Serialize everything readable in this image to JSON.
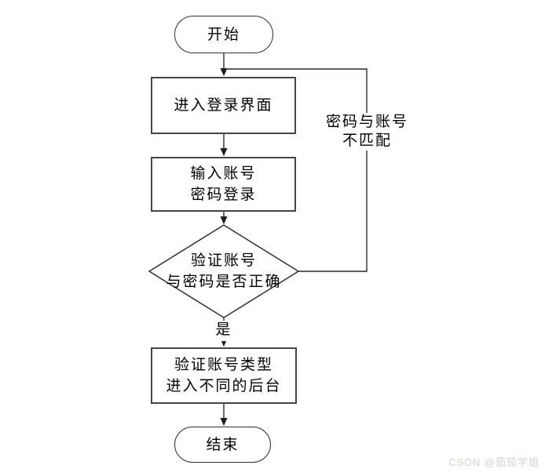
{
  "flowchart": {
    "nodes": {
      "start": {
        "label": "开始"
      },
      "enter_login": {
        "label": "进入登录界面"
      },
      "input_credentials": {
        "line1": "输入账号",
        "line2": "密码登录"
      },
      "verify_credentials": {
        "line1": "验证账号",
        "line2": "与密码是否正确"
      },
      "route_backend": {
        "line1": "验证账号类型",
        "line2": "进入不同的后台"
      },
      "end": {
        "label": "结束"
      }
    },
    "edge_labels": {
      "yes": "是",
      "no": {
        "line1": "密码与账号",
        "line2": "不匹配"
      }
    },
    "colors": {
      "stroke": "#2a2a2a",
      "text": "#000000",
      "canvas_background": "#ffffff",
      "watermark_text": "#d5d1cd"
    }
  },
  "watermark": {
    "text": "CSDN @茄茄学姐"
  }
}
